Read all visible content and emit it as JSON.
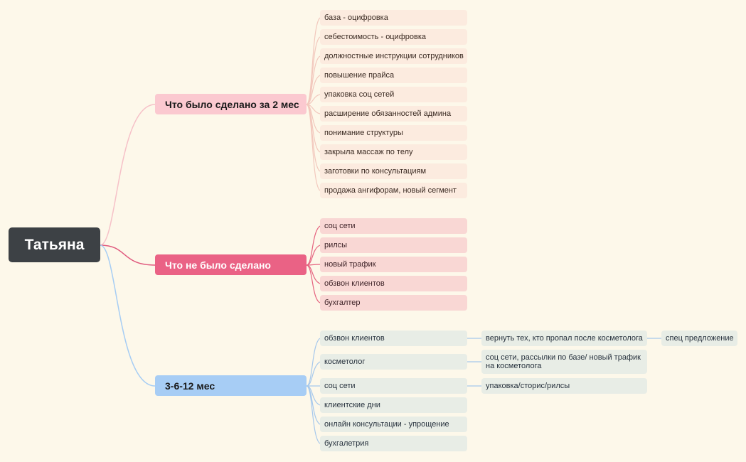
{
  "root": {
    "label": "Татьяна"
  },
  "branches": [
    {
      "label": "Что было сделано за 2 мес",
      "color": "#fbc9d0",
      "items": [
        "база - оцифровка",
        "себестоимость - оцифровка",
        "должностные инструкции сотрудников",
        "повышение прайса",
        "упаковка соц сетей",
        "расширение обязанностей админа",
        "понимание структуры",
        "закрыла массаж по телу",
        "заготовки по консультациям",
        "продажа ангифорам, новый сегмент"
      ]
    },
    {
      "label": "Что не было сделано",
      "color": "#ea6285",
      "items": [
        "соц сети",
        "рилсы",
        "новый трафик",
        "обзвон клиентов",
        "бухгалтер"
      ]
    },
    {
      "label": "3-6-12 мес",
      "color": "#a7cdf5",
      "items": [
        "обзвон клиентов",
        "косметолог",
        "соц сети",
        "клиентские дни",
        "онлайн консультации - упрощение",
        "бухгалетрия"
      ],
      "details": [
        "вернуть тех, кто пропал после косметолога",
        "спец предложение",
        "соц сети, рассылки по базе/ новый трафик на косметолога",
        "упаковка/сторис/рилсы"
      ]
    }
  ]
}
